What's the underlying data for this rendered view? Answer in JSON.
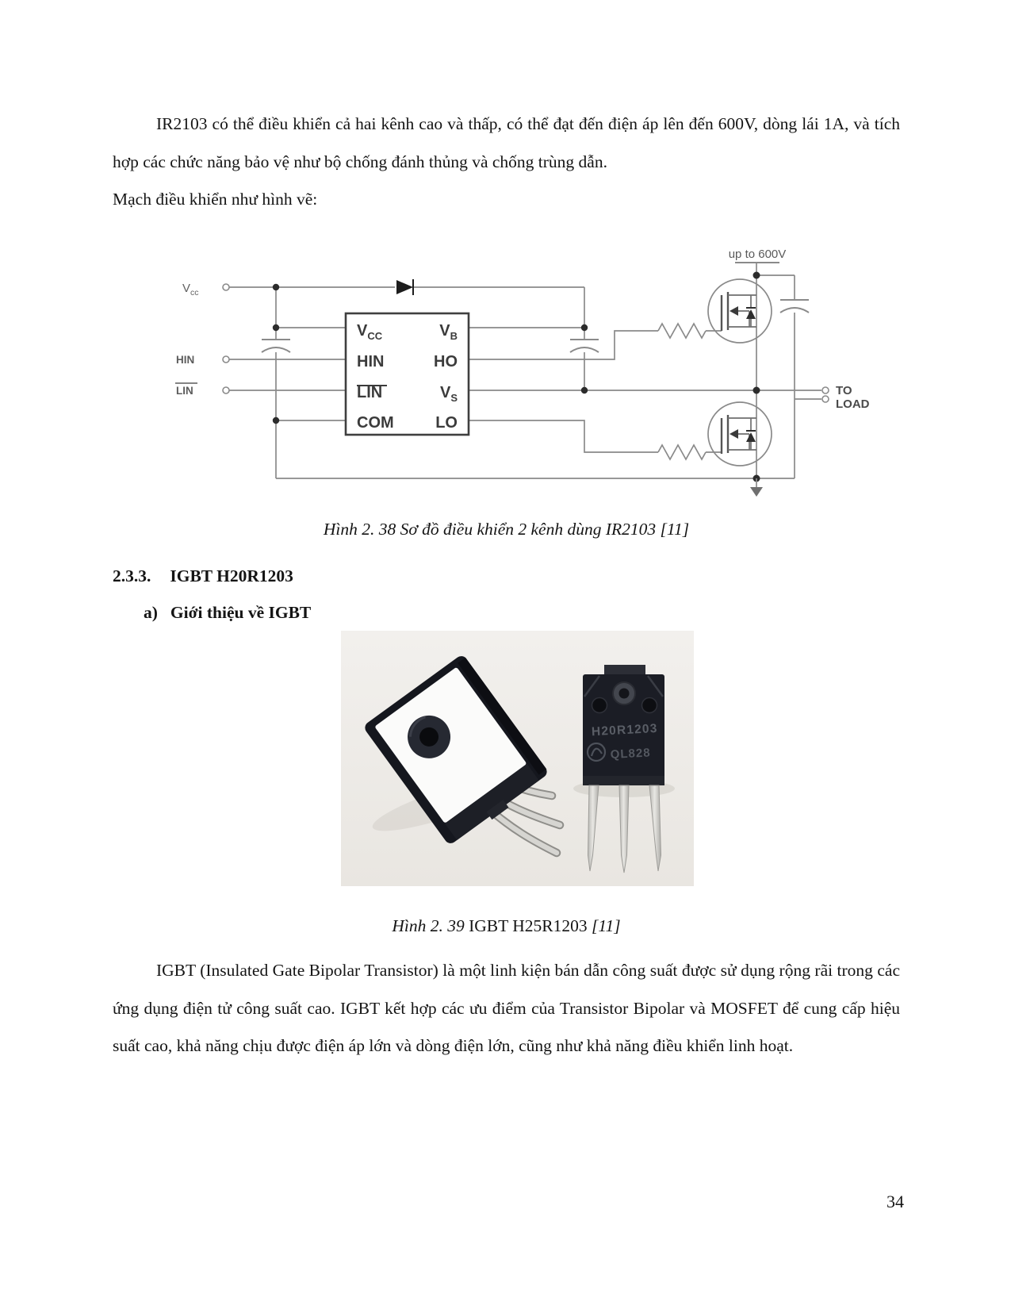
{
  "page": {
    "number": "34"
  },
  "para1": {
    "body": "IR2103 có thể điều khiển cả hai kênh cao và thấp, có thể đạt đến điện áp lên đến 600V, dòng lái 1A, và tích hợp các chức năng bảo vệ như bộ chống đánh thủng và chống trùng dẫn.",
    "tail": "Mạch điều khiển như hình vẽ:"
  },
  "figure38": {
    "caption": "Hình 2. 38 Sơ đồ điều khiển 2 kênh dùng IR2103 [11]"
  },
  "section": {
    "number": "2.3.3.",
    "title": "IGBT H20R1203"
  },
  "subsection": {
    "marker": "a)",
    "title": "Giới thiệu về IGBT"
  },
  "figure39": {
    "caption_lead": "Hình 2. 39",
    "caption_mid": " IGBT H25R1203 ",
    "caption_tail": "[11]"
  },
  "para2": {
    "body": "IGBT (Insulated Gate Bipolar Transistor) là một linh kiện bán dẫn công suất được sử dụng rộng rãi trong các ứng dụng điện tử công suất cao. IGBT kết hợp các ưu điểm của Transistor Bipolar và MOSFET để cung cấp hiệu suất cao, khả năng chịu được điện áp lớn và dòng điện lớn, cũng như khả năng điều khiển linh hoạt."
  },
  "circuit": {
    "supply_label": "up to 600V",
    "load_label_line1": "TO",
    "load_label_line2": "LOAD",
    "inputs": {
      "vcc_base": "V",
      "vcc_sub": "cc",
      "hin": "HIN",
      "lin": "LIN"
    },
    "ic_pins": {
      "vcc_base": "V",
      "vcc_sub": "CC",
      "hin": "HIN",
      "lin": "LIN",
      "com": "COM",
      "vb_base": "V",
      "vb_sub": "B",
      "ho": "HO",
      "vs_base": "V",
      "vs_sub": "S",
      "lo": "LO"
    },
    "wire_color": "#8a8a8a",
    "label_color": "#3b3b3b"
  },
  "photo": {
    "part_marking": "H20R1203",
    "batch_code": "QL828",
    "background_color": "#edebe7",
    "body_color": "#1b1d25"
  }
}
